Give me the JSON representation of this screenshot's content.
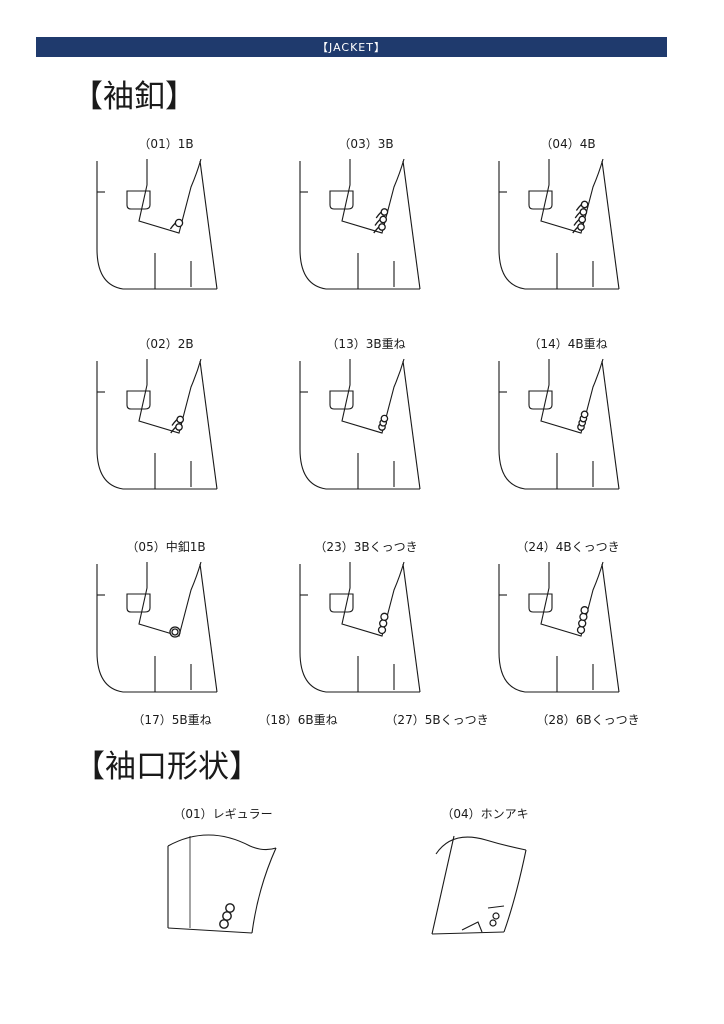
{
  "header": {
    "title": "【JACKET】"
  },
  "sections": {
    "cuff_buttons": {
      "title": "【袖釦】"
    },
    "cuff_shape": {
      "title": "【袖口形状】"
    }
  },
  "button_styles": [
    {
      "label": "（01）1B",
      "count": 1,
      "style": "single"
    },
    {
      "label": "（03）3B",
      "count": 3,
      "style": "spaced"
    },
    {
      "label": "（04）4B",
      "count": 4,
      "style": "spaced"
    },
    {
      "label": "（02）2B",
      "count": 2,
      "style": "spaced"
    },
    {
      "label": "（13）3B重ね",
      "count": 3,
      "style": "overlap"
    },
    {
      "label": "（14）4B重ね",
      "count": 4,
      "style": "overlap"
    },
    {
      "label": "（05）中釦1B",
      "count": 1,
      "style": "center"
    },
    {
      "label": "（23）3Bくっつき",
      "count": 3,
      "style": "touching"
    },
    {
      "label": "（24）4Bくっつき",
      "count": 4,
      "style": "touching"
    }
  ],
  "text_only_styles": [
    {
      "label": "（17）5B重ね"
    },
    {
      "label": "（18）6B重ね"
    },
    {
      "label": "（27）5Bくっつき"
    },
    {
      "label": "（28）6Bくっつき"
    }
  ],
  "cuff_shapes": [
    {
      "label": "（01）レギュラー",
      "type": "regular"
    },
    {
      "label": "（04）ホンアキ",
      "type": "functional"
    }
  ],
  "colors": {
    "header_bg": "#1f3a6d",
    "header_text": "#ffffff",
    "line": "#1a1a1a"
  }
}
